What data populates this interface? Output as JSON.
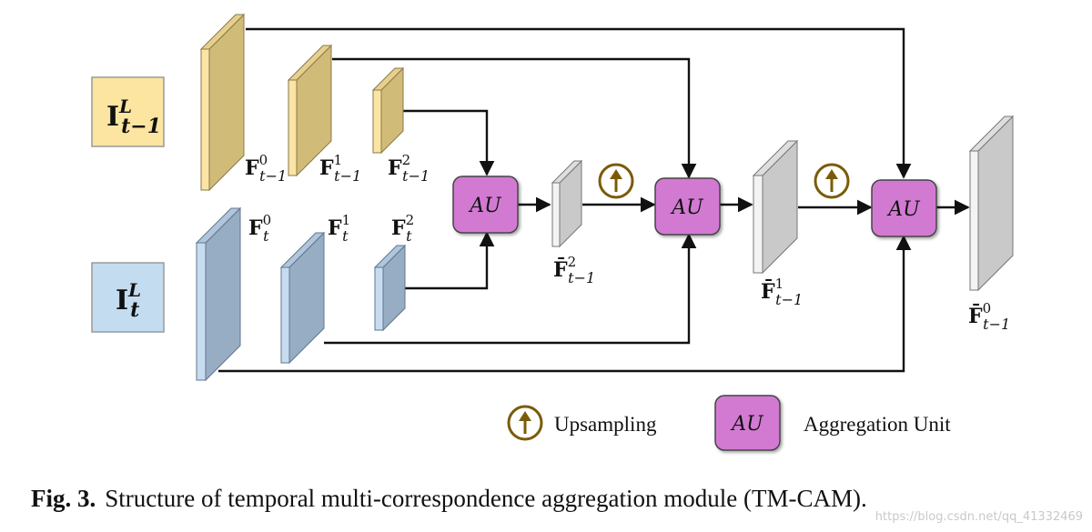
{
  "colors": {
    "prev_frame": "#fbe5a0",
    "curr_frame": "#c4dcf0",
    "prev_feature_front": "#fbe4a4",
    "prev_feature_side": "#d1bb78",
    "curr_feature_front": "#c8dcf0",
    "curr_feature_side": "#97adc3",
    "agg_feature_front": "#f3f3f3",
    "agg_feature_side": "#c9c9c9",
    "aggregation_unit": "#d27ad2",
    "upsampling_icon": "#7a5b08",
    "arrow": "#111111"
  },
  "inputs": {
    "prev": {
      "symbol": "I",
      "sup": "L",
      "sub": "t−1"
    },
    "curr": {
      "symbol": "I",
      "sup": "L",
      "sub": "t"
    }
  },
  "prev_features": [
    {
      "sym": "F",
      "sup": "0",
      "sub": "t−1"
    },
    {
      "sym": "F",
      "sup": "1",
      "sub": "t−1"
    },
    {
      "sym": "F",
      "sup": "2",
      "sub": "t−1"
    }
  ],
  "curr_features": [
    {
      "sym": "F",
      "sup": "0",
      "sub": "t"
    },
    {
      "sym": "F",
      "sup": "1",
      "sub": "t"
    },
    {
      "sym": "F",
      "sup": "2",
      "sub": "t"
    }
  ],
  "agg_features": [
    {
      "sym": "F̄",
      "sup": "2",
      "sub": "t−1"
    },
    {
      "sym": "F̄",
      "sup": "1",
      "sub": "t−1"
    },
    {
      "sym": "F̄",
      "sup": "0",
      "sub": "t−1"
    }
  ],
  "au_label": "AU",
  "legend": {
    "upsampling": "Upsampling",
    "au_box": "AU",
    "aggregation_unit": "Aggregation Unit"
  },
  "caption": {
    "prefix": "Fig. 3.",
    "text": "Structure of temporal multi-correspondence aggregation module (TM-CAM)."
  },
  "watermark": "https://blog.csdn.net/qq_41332469"
}
